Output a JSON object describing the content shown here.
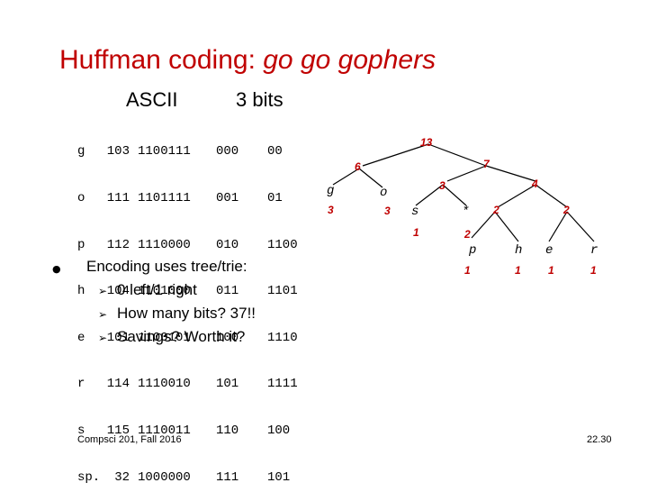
{
  "slide": {
    "title_main": "Huffman coding: ",
    "title_italic": "go go gophers",
    "header_ascii": "ASCII",
    "header_3bits": "3 bits",
    "table": {
      "chars": [
        "g",
        "o",
        "p",
        "h",
        "e",
        "r",
        "s",
        "sp."
      ],
      "ascii": [
        "103",
        "111",
        "112",
        "104",
        "101",
        "114",
        "115",
        "32"
      ],
      "binary": [
        "1100111",
        "1101111",
        "1110000",
        "1101000",
        "1100101",
        "1110010",
        "1110011",
        "1000000"
      ],
      "three_bits": [
        "000",
        "001",
        "010",
        "011",
        "100",
        "101",
        "110",
        "111"
      ],
      "huffman": [
        "00",
        "01",
        "1100",
        "1101",
        "1110",
        "1111",
        "100",
        "101"
      ]
    },
    "bullet": "Encoding uses tree/trie:",
    "sub_bullets": [
      "0 left/1 right",
      "How many bits? 37!!",
      "Savings? Worth it?"
    ],
    "footer_left": "Compsci 201, Fall 2016",
    "footer_right": "22.30"
  },
  "tree": {
    "weights": [
      "13",
      "6",
      "7",
      "3",
      "4",
      "2",
      "2",
      "3",
      "3",
      "1",
      "1",
      "1",
      "1",
      "1",
      "2"
    ],
    "leaves": [
      "g",
      "o",
      "s",
      "*",
      "p",
      "h",
      "e",
      "r"
    ]
  },
  "colors": {
    "accent": "#c00000",
    "text": "#000000",
    "background": "#ffffff"
  }
}
